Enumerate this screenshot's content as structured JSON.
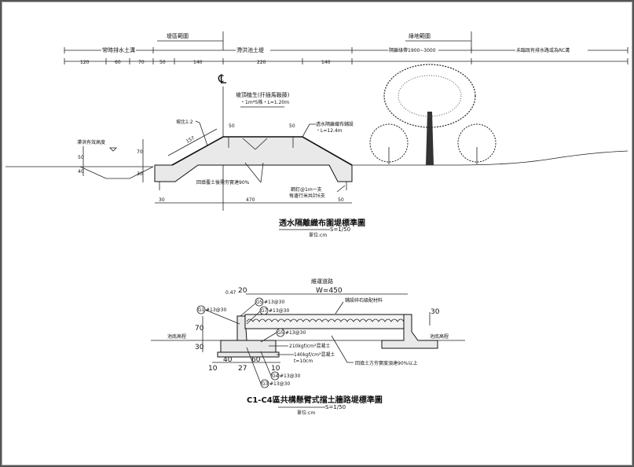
{
  "top_section": {
    "range_labels": {
      "embankment_zone": "堤區範圍",
      "green_zone": "綠地範圍"
    },
    "zone_labels": {
      "ditch": "常時排水土溝",
      "levee": "滯洪池土堤",
      "buffer": "隔離綠帶1900~3000",
      "existing": "未臨既有排水路或為RC溝"
    },
    "dimensions": [
      "120",
      "60",
      "70",
      "50",
      "140",
      "220",
      "140"
    ],
    "centerline_symbol": "℄",
    "annotations": {
      "planting": "坡頂植生(扦插馬鞍藤)",
      "planting_spec": "・1m*5株・L=1.20m",
      "slope": "坡比1:2",
      "slope_len": "157",
      "top_w1": "50",
      "top_w2": "50",
      "fabric": "透水隔離織布鋪設",
      "fabric_len": "・L=12.4m",
      "water_level": "滯洪有效高度",
      "h50": "50",
      "h40": "40",
      "h70": "70",
      "h30": "30",
      "backfill": "回填覆土後需夯實達90%",
      "nail": "鋼釘@1m一支",
      "nail2": "每邊行米共計6支",
      "base_30": "30",
      "base_470": "470",
      "base_50": "50"
    },
    "title": "透水隔離織布圍堤標準圖",
    "scale": "S=1/50",
    "unit": "單位:cm"
  },
  "bottom_section": {
    "road": "維運道路",
    "road_width": "W=450",
    "d047": "0.47",
    "d20": "20",
    "d70": "70",
    "d30": "30",
    "d30r": "30",
    "d10l": "10",
    "d40": "40",
    "d27": "27",
    "d60": "60",
    "d10r": "10",
    "rebars": [
      {
        "tag": "G1",
        "spec": "#13@30"
      },
      {
        "tag": "G5",
        "spec": "#13@30"
      },
      {
        "tag": "G7",
        "spec": "#13@30"
      },
      {
        "tag": "G5",
        "spec": "#13@30"
      },
      {
        "tag": "G4",
        "spec": "#13@30"
      },
      {
        "tag": "G3",
        "spec": "#13@30"
      }
    ],
    "gravel": "鋪設碎石級配材料",
    "pool_bottom_left": "池底高程",
    "pool_bottom_right": "池底高程",
    "concrete210": "210kgf/cm²混凝土",
    "concrete140": "140kgf/cm²混凝土",
    "thickness": "t=10cm",
    "compaction": "回填土方夯實度須達90%以上",
    "title": "C1-C4區共構懸臂式擋土牆路堤標準圖",
    "scale": "S=1/50",
    "unit": "單位:cm"
  }
}
